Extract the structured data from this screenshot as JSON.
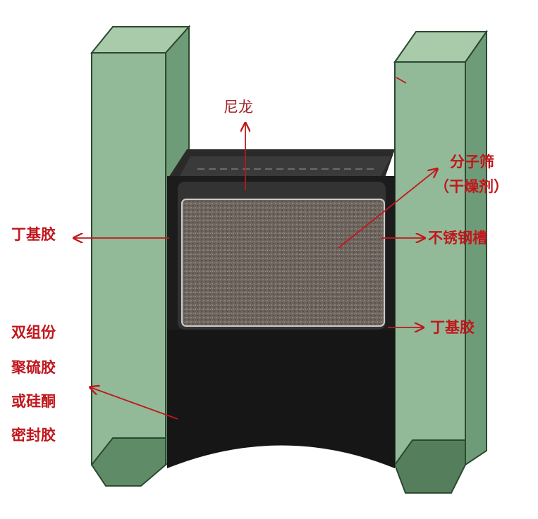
{
  "labels": {
    "nylon": "尼龙",
    "molecular_sieve_line1": "分子筛",
    "molecular_sieve_line2": "（干燥剂）",
    "butyl_left": "丁基胶",
    "stainless_channel": "不锈钢槽",
    "butyl_right": "丁基胶",
    "sealant_line1": "双组份",
    "sealant_line2": "聚硫胶",
    "sealant_line3": "或硅酮",
    "sealant_line4": "密封胶"
  },
  "colors": {
    "glass": "#7fae88",
    "label": "#c0171d",
    "spacer": "#1c1c1c",
    "sieve": "#6e6660"
  }
}
